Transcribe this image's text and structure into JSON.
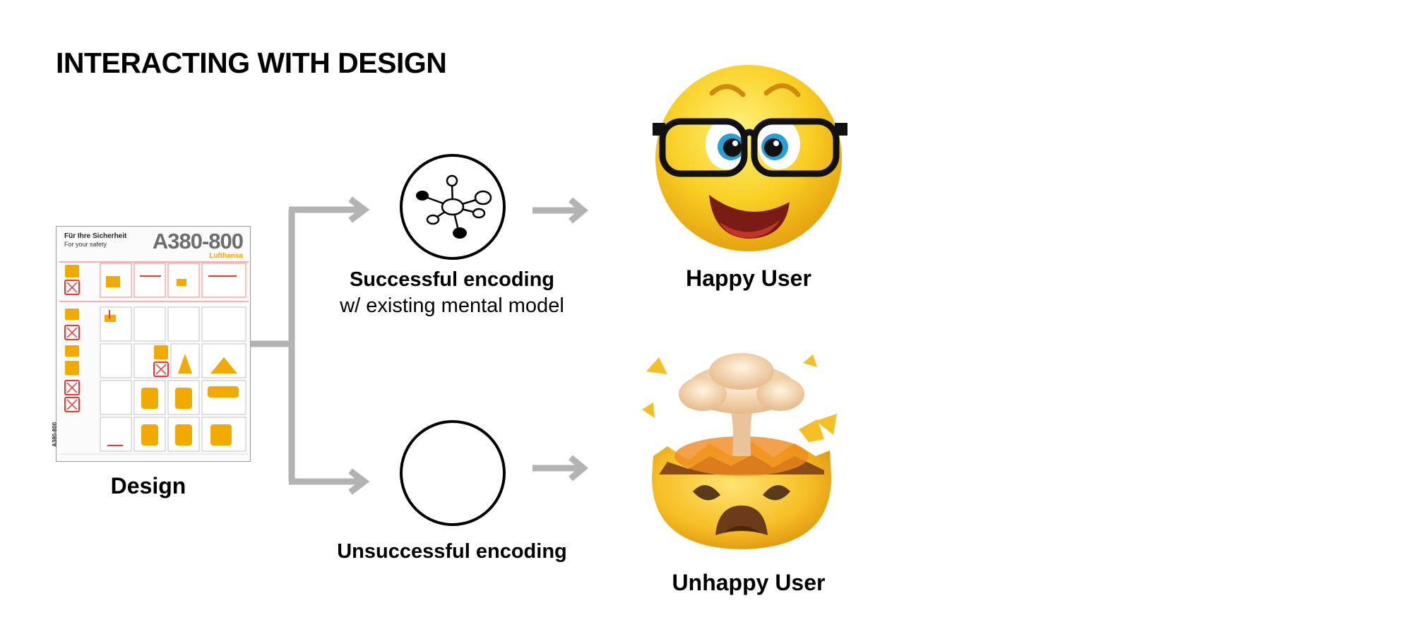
{
  "title": "INTERACTING WITH DESIGN",
  "design": {
    "label": "Design",
    "card": {
      "title_de": "Für Ihre Sicherheit",
      "title_en": "For your safety",
      "model": "A380-800",
      "airline": "Lufthansa",
      "side_label": "A380-800"
    }
  },
  "encodings": {
    "success_title": "Successful encoding",
    "success_sub": "w/ existing mental model",
    "failure_title": "Unsuccessful encoding"
  },
  "outcomes": {
    "happy": "Happy User",
    "unhappy": "Unhappy User"
  },
  "icons": {
    "success": "network-icon",
    "failure": "empty-circle-icon",
    "happy": "nerd-face-emoji",
    "unhappy": "exploding-head-emoji"
  },
  "colors": {
    "arrow": "#b3b3b3",
    "emoji_yellow": "#f7c11d",
    "card_accent": "#f2a900",
    "card_red": "#d0021b"
  }
}
